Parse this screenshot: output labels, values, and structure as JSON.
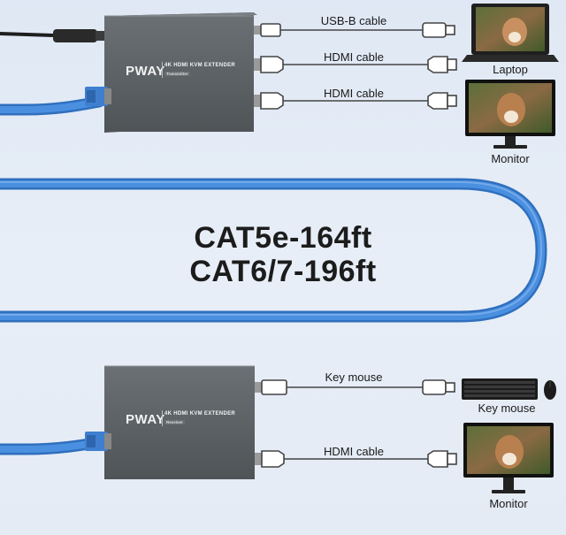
{
  "top_unit": {
    "brand": "PWAY",
    "model": "4K HDMI KVM EXTENDER",
    "role_tag": "Transmitter",
    "cables": [
      {
        "label": "USB-B cable",
        "type": "usb"
      },
      {
        "label": "HDMI cable",
        "type": "hdmi"
      },
      {
        "label": "HDMI cable",
        "type": "hdmi"
      }
    ],
    "devices": [
      {
        "label": "Laptop",
        "icon": "laptop-icon"
      },
      {
        "label": "Monitor",
        "icon": "monitor-icon"
      }
    ]
  },
  "link": {
    "line1": "CAT5e-164ft",
    "line2": "CAT6/7-196ft",
    "cable_color": "#3b82d6"
  },
  "bottom_unit": {
    "brand": "PWAY",
    "model": "4K HDMI KVM EXTENDER",
    "role_tag": "Receiver",
    "cables": [
      {
        "label": "Key mouse",
        "type": "usb"
      },
      {
        "label": "HDMI cable",
        "type": "hdmi"
      }
    ],
    "devices": [
      {
        "label": "Key mouse",
        "icon": "keyboard-mouse-icon"
      },
      {
        "label": "Monitor",
        "icon": "monitor-icon"
      }
    ]
  },
  "colors": {
    "background": "#e2e9f4",
    "device_body": "#54595c",
    "cable_blue": "#3b82d6",
    "connector": "#444444"
  }
}
